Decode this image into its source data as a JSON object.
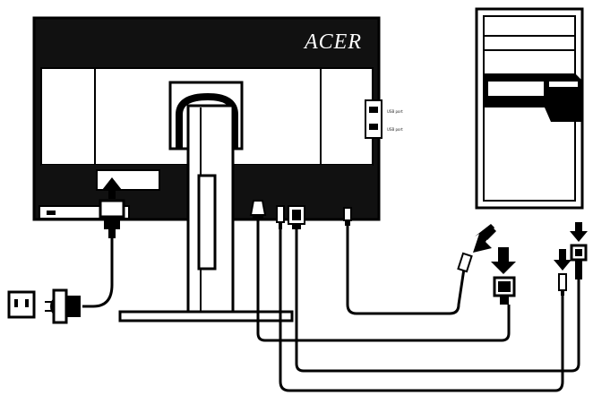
{
  "monitor": {
    "brand": "ACER",
    "side_port_label_1": "USB port",
    "side_port_label_2": "USB port"
  },
  "colors": {
    "ink": "#000000",
    "paper": "#ffffff",
    "panel": "#111111"
  },
  "icons": [
    "power-outlet-icon",
    "power-plug-icon",
    "vga-connector-icon",
    "audio-jack-icon",
    "usb-plug-icon",
    "arrow-down-icon",
    "arrow-up-icon"
  ]
}
